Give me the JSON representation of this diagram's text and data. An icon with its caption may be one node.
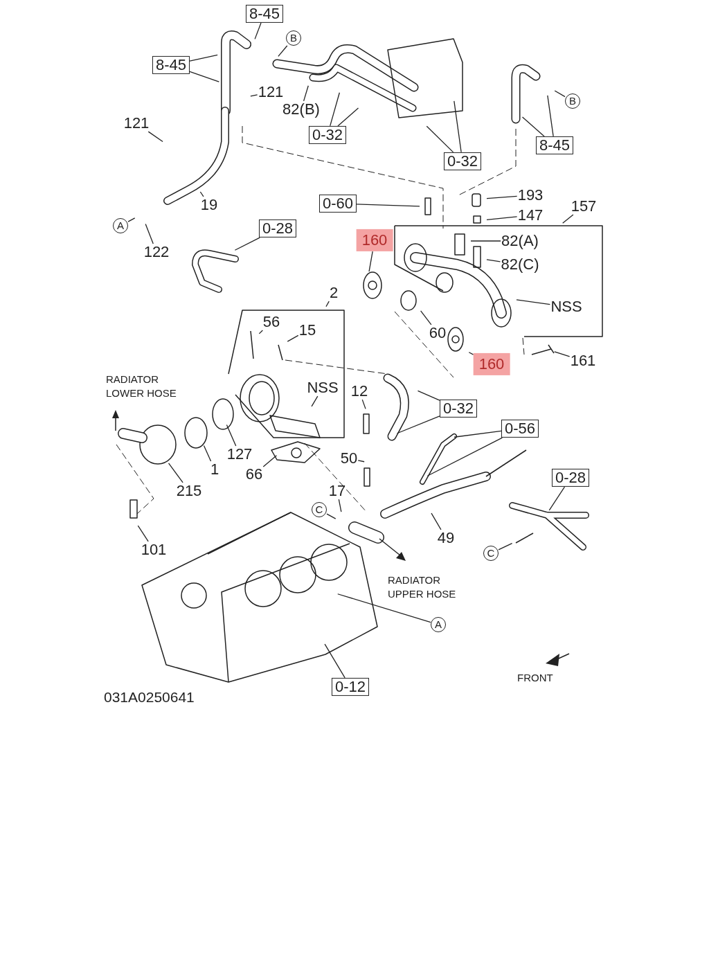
{
  "diagram": {
    "nodes": [
      {
        "text": [
          "8-45"
        ]
      },
      {
        "text": [
          "B"
        ]
      },
      {
        "text": [
          "8-45"
        ]
      },
      {
        "text": [
          "121"
        ]
      },
      {
        "text": [
          "82(B)"
        ]
      },
      {
        "text": [
          "121"
        ]
      },
      {
        "text": [
          "B"
        ]
      },
      {
        "text": [
          "0-32"
        ]
      },
      {
        "text": [
          "8-45"
        ]
      },
      {
        "text": [
          "0-32"
        ]
      },
      {
        "text": [
          "193"
        ]
      },
      {
        "text": [
          "19"
        ]
      },
      {
        "text": [
          "0-60"
        ]
      },
      {
        "text": [
          "157"
        ]
      },
      {
        "text": [
          "147"
        ]
      },
      {
        "text": [
          "A"
        ]
      },
      {
        "text": [
          "0-28"
        ]
      },
      {
        "text": [
          "160"
        ]
      },
      {
        "text": [
          "82(A)"
        ]
      },
      {
        "text": [
          "122"
        ]
      },
      {
        "text": [
          "82(C)"
        ]
      },
      {
        "text": [
          "2"
        ]
      },
      {
        "text": [
          "NSS"
        ]
      },
      {
        "text": [
          "56"
        ]
      },
      {
        "text": [
          "15"
        ]
      },
      {
        "text": [
          "60"
        ]
      },
      {
        "text": [
          "161"
        ]
      },
      {
        "text": [
          "160"
        ]
      },
      {
        "text": [
          "NSS"
        ]
      },
      {
        "text": [
          "12"
        ]
      },
      {
        "text": [
          "0-32"
        ]
      },
      {
        "text": [
          "0-56"
        ]
      },
      {
        "text": [
          "127"
        ]
      },
      {
        "text": [
          "50"
        ]
      },
      {
        "text": [
          "1"
        ]
      },
      {
        "text": [
          "66"
        ]
      },
      {
        "text": [
          "0-28"
        ]
      },
      {
        "text": [
          "215"
        ]
      },
      {
        "text": [
          "17"
        ]
      },
      {
        "text": [
          "C"
        ]
      },
      {
        "text": [
          "49"
        ]
      },
      {
        "text": [
          "101"
        ]
      },
      {
        "text": [
          "C"
        ]
      },
      {
        "text": [
          "A"
        ]
      },
      {
        "text": [
          "0-12"
        ]
      }
    ],
    "edges": [
      {
        "from": 0,
        "to": null,
        "arrow": "none"
      },
      {
        "from": 1,
        "to": null,
        "arrow": "none"
      },
      {
        "from": 2,
        "to": null,
        "arrow": "none"
      },
      {
        "from": 2,
        "to": null,
        "arrow": "none"
      },
      {
        "from": 3,
        "to": null,
        "arrow": "none"
      },
      {
        "from": 4,
        "to": null,
        "arrow": "none"
      },
      {
        "from": 5,
        "to": null,
        "arrow": "none"
      },
      {
        "from": 6,
        "to": null,
        "arrow": "none"
      },
      {
        "from": 7,
        "to": null,
        "arrow": "none"
      },
      {
        "from": 7,
        "to": null,
        "arrow": "none"
      },
      {
        "from": 8,
        "to": null,
        "arrow": "none"
      },
      {
        "from": 8,
        "to": null,
        "arrow": "none"
      },
      {
        "from": 9,
        "to": null,
        "arrow": "none"
      },
      {
        "from": 9,
        "to": null,
        "arrow": "none"
      },
      {
        "from": 10,
        "to": null,
        "arrow": "none"
      },
      {
        "from": 11,
        "to": null,
        "arrow": "none"
      },
      {
        "from": 12,
        "to": null,
        "arrow": "none"
      },
      {
        "from": 13,
        "to": null,
        "arrow": "none"
      },
      {
        "from": 14,
        "to": null,
        "arrow": "none"
      },
      {
        "from": 15,
        "to": null,
        "arrow": "none"
      },
      {
        "from": 16,
        "to": null,
        "arrow": "none"
      },
      {
        "from": 17,
        "to": null,
        "arrow": "none"
      },
      {
        "from": 18,
        "to": null,
        "arrow": "none"
      },
      {
        "from": 19,
        "to": null,
        "arrow": "none"
      },
      {
        "from": 20,
        "to": null,
        "arrow": "none"
      },
      {
        "from": 21,
        "to": null,
        "arrow": "none"
      },
      {
        "from": 22,
        "to": null,
        "arrow": "none"
      },
      {
        "from": 23,
        "to": null,
        "arrow": "none"
      },
      {
        "from": 24,
        "to": null,
        "arrow": "none"
      },
      {
        "from": 25,
        "to": null,
        "arrow": "none"
      },
      {
        "from": 26,
        "to": null,
        "arrow": "none"
      },
      {
        "from": 27,
        "to": null,
        "arrow": "none"
      },
      {
        "from": 28,
        "to": null,
        "arrow": "none"
      },
      {
        "from": 29,
        "to": null,
        "arrow": "none"
      },
      {
        "from": 30,
        "to": null,
        "arrow": "none"
      },
      {
        "from": 30,
        "to": null,
        "arrow": "none"
      },
      {
        "from": 31,
        "to": null,
        "arrow": "none"
      },
      {
        "from": 31,
        "to": null,
        "arrow": "none"
      },
      {
        "from": 32,
        "to": null,
        "arrow": "none"
      },
      {
        "from": 33,
        "to": null,
        "arrow": "none"
      },
      {
        "from": 34,
        "to": null,
        "arrow": "none"
      },
      {
        "from": 35,
        "to": null,
        "arrow": "none"
      },
      {
        "from": 36,
        "to": null,
        "arrow": "none"
      },
      {
        "from": 37,
        "to": null,
        "arrow": "none"
      },
      {
        "from": 38,
        "to": null,
        "arrow": "none"
      },
      {
        "from": 39,
        "to": null,
        "arrow": "none"
      },
      {
        "from": 40,
        "to": null,
        "arrow": "none"
      },
      {
        "from": 41,
        "to": null,
        "arrow": "none"
      },
      {
        "from": 42,
        "to": null,
        "arrow": "none"
      },
      {
        "from": 43,
        "to": null,
        "arrow": "none"
      },
      {
        "from": 44,
        "to": null,
        "arrow": "none"
      }
    ],
    "labels": [
      "RADIATOR LOWER HOSE",
      "RADIATOR UPPER HOSE",
      "FRONT",
      "031A0250641"
    ]
  }
}
